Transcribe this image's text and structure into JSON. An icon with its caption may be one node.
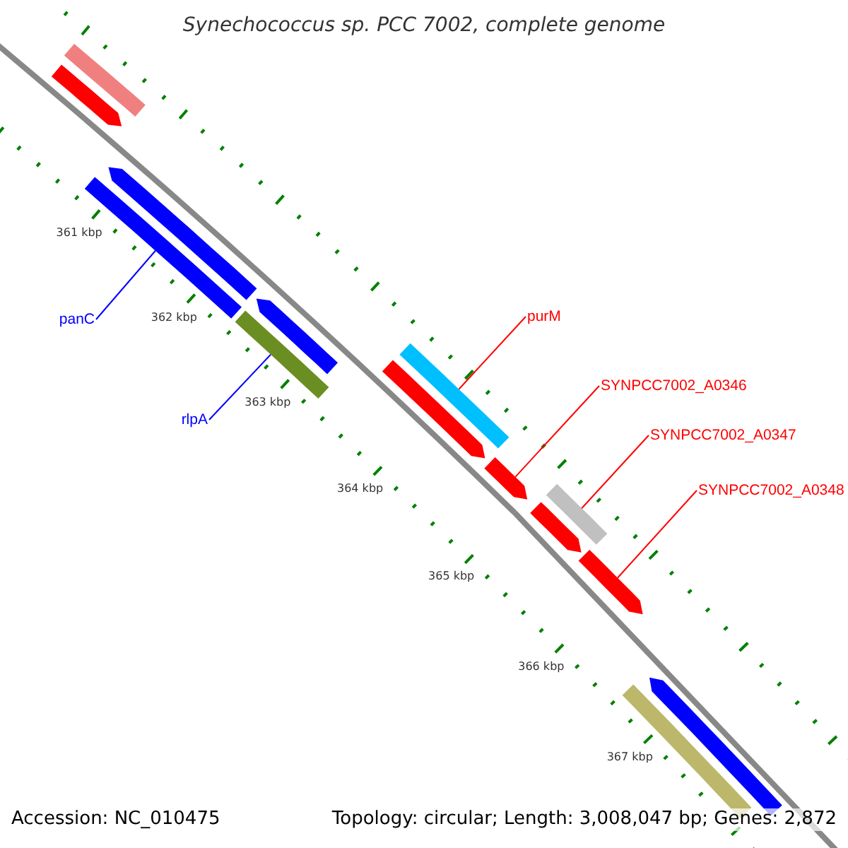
{
  "diagram": {
    "title": "Synechococcus sp. PCC 7002, complete genome",
    "nodes": [
      {
        "text": [
          "panC"
        ]
      },
      {
        "text": [
          "rlpA"
        ]
      },
      {
        "text": [
          "purM"
        ]
      },
      {
        "text": [
          "SYNPCC7002_A0346"
        ]
      },
      {
        "text": [
          "SYNPCC7002_A0347"
        ]
      },
      {
        "text": [
          "SYNPCC7002_A0348"
        ]
      },
      {
        "text": [],
        "shape": "bar"
      },
      {
        "text": [],
        "shape": "arrow"
      },
      {
        "text": [],
        "shape": "bar"
      },
      {
        "text": [],
        "shape": "arrow"
      },
      {
        "text": [],
        "shape": "arrow"
      },
      {
        "text": [],
        "shape": "bar"
      },
      {
        "text": [],
        "shape": "arrow"
      },
      {
        "text": [],
        "shape": "bar"
      },
      {
        "text": [],
        "shape": "arrow"
      },
      {
        "text": [],
        "shape": "bar"
      },
      {
        "text": [],
        "shape": "arrow"
      },
      {
        "text": [],
        "shape": "arrow"
      },
      {
        "text": [],
        "shape": "bar"
      },
      {
        "text": [],
        "shape": "arrow"
      }
    ],
    "edges": [
      {
        "from": 0,
        "to": 8,
        "arrow": "none",
        "color": "#0000ff"
      },
      {
        "from": 1,
        "to": 11,
        "arrow": "none",
        "color": "#0000ff"
      },
      {
        "from": 2,
        "to": 13,
        "arrow": "none"
      },
      {
        "from": 3,
        "to": 14,
        "arrow": "none"
      },
      {
        "from": 4,
        "to": 15,
        "arrow": "none"
      },
      {
        "from": 5,
        "to": 17,
        "arrow": "none"
      }
    ],
    "labels": [
      "361 kbp",
      "362 kbp",
      "363 kbp",
      "364 kbp",
      "365 kbp",
      "366 kbp",
      "367 kbp",
      "Accession: NC_010475",
      "Topology: circular; Length: 3,008,047 bp; Genes: 2,872"
    ]
  }
}
